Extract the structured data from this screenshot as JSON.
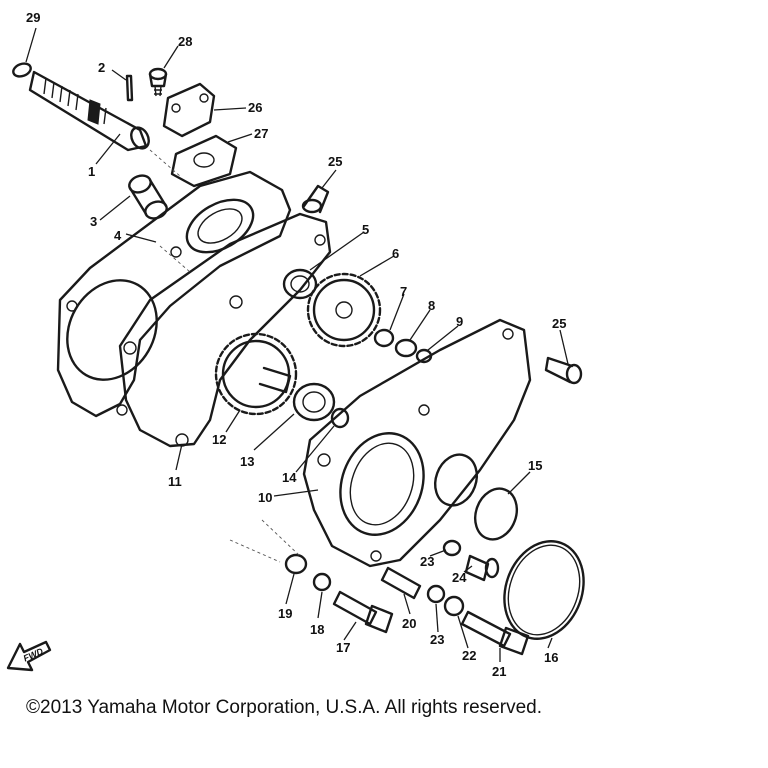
{
  "copyright": "©2013 Yamaha Motor Corporation, U.S.A. All rights reserved.",
  "fwd": "FWD",
  "callouts": {
    "c1": "1",
    "c2": "2",
    "c3": "3",
    "c4": "4",
    "c5": "5",
    "c6": "6",
    "c7": "7",
    "c8": "8",
    "c9": "9",
    "c10": "10",
    "c11": "11",
    "c12": "12",
    "c13": "13",
    "c14": "14",
    "c15": "15",
    "c16": "16",
    "c17": "17",
    "c18": "18",
    "c19": "19",
    "c20": "20",
    "c21": "21",
    "c22": "22",
    "c23a": "23",
    "c23b": "23",
    "c24": "24",
    "c25a": "25",
    "c25b": "25",
    "c26": "26",
    "c27": "27",
    "c28": "28",
    "c29": "29"
  }
}
